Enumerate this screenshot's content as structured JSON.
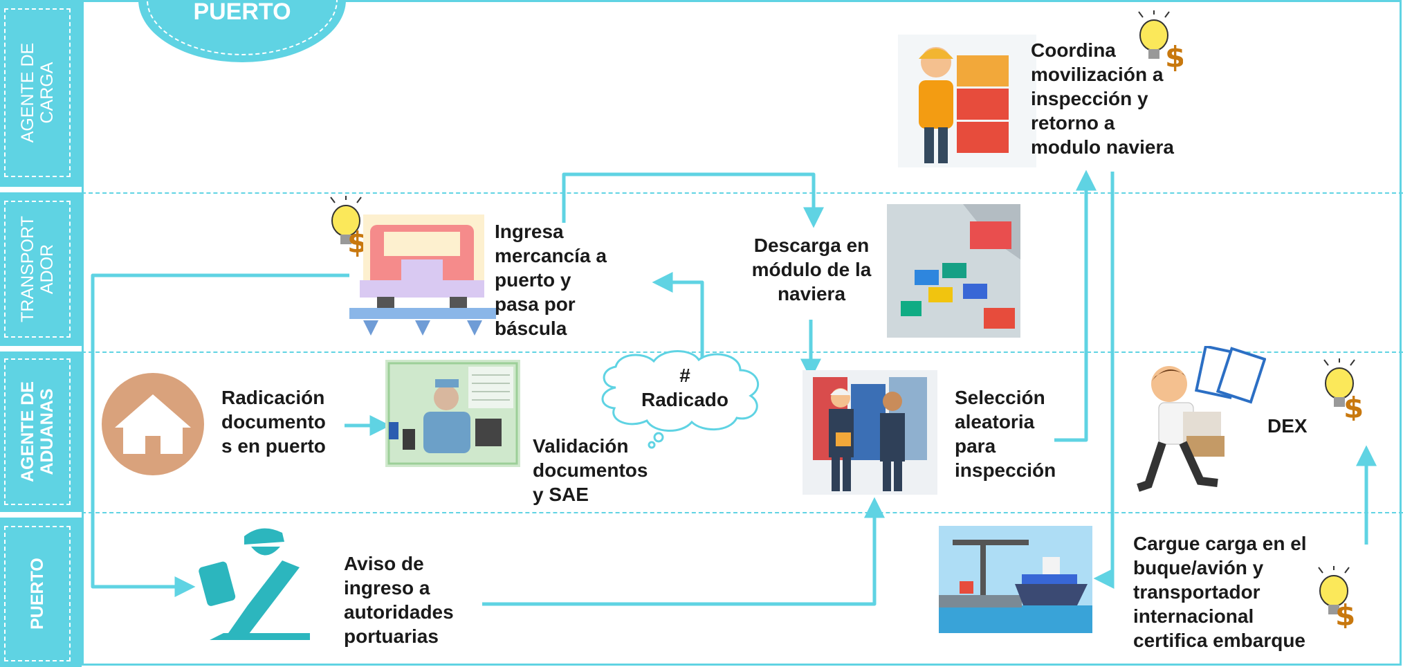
{
  "header": {
    "badge": "PUERTO"
  },
  "lanes": [
    {
      "label": "AGENTE DE\nCARGA",
      "bold": false
    },
    {
      "label": "TRANSPORT\nADOR",
      "bold": false
    },
    {
      "label": "AGENTE DE\nADUANAS",
      "bold": true
    },
    {
      "label": "PUERTO",
      "bold": true
    }
  ],
  "steps": {
    "coordina": "Coordina\nmovilización a\ninspección y\nretorno a\nmodulo naviera",
    "ingresa": "Ingresa\nmercancía a\npuerto y\npasa por\nbáscula",
    "descarga": "Descarga en\nmódulo de la\nnaviera",
    "radicacion": "Radicación\ndocumento\ns en puerto",
    "validacion": "Validación\ndocumentos\ny SAE",
    "radicado": "#\nRadicado",
    "seleccion": "Selección\naleatoria\npara\ninspección",
    "dex": "DEX",
    "cargue": "Cargue carga en el\nbuque/avión y\ntransportador\ninternacional\ncertifica embarque",
    "aviso": "Aviso de\ningreso a\nautoridades\nportuarias"
  },
  "icons": [
    "cost-bulb-icon",
    "worker-phone-icon",
    "truck-scale-icon",
    "port-containers-icon",
    "house-icon",
    "customs-officer-icon",
    "inspectors-icon",
    "runner-documents-icon",
    "ship-crane-icon",
    "port-authority-icon",
    "thought-cloud-icon"
  ],
  "colors": {
    "accent": "#5fd3e3",
    "text": "#1a1a1a"
  }
}
